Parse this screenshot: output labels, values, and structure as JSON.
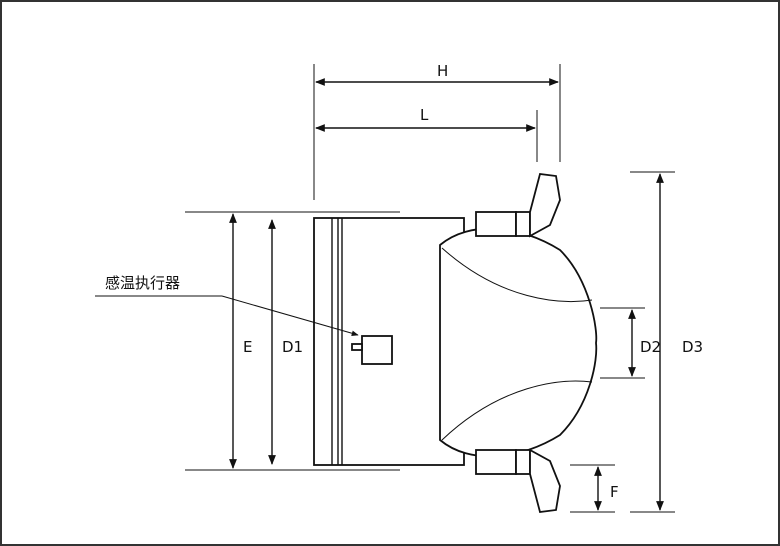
{
  "labels": {
    "H": "H",
    "L": "L",
    "E": "E",
    "D1": "D1",
    "D2": "D2",
    "D3": "D3",
    "F": "F",
    "actuator": "感温执行器"
  }
}
